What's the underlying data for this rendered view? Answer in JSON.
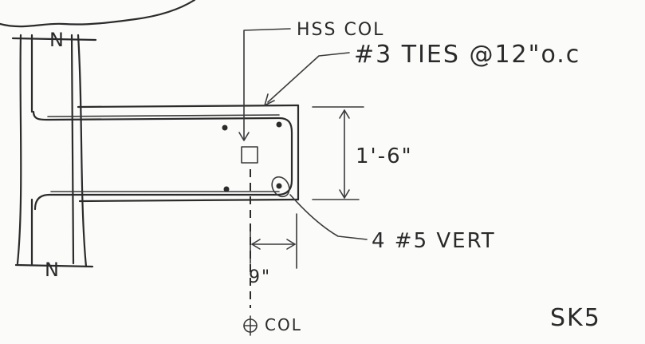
{
  "labels": {
    "hss_col": "HSS COL",
    "ties": "#3 TIES @12\"o.c",
    "dim_height": "1'-6\"",
    "vert_bars": "4 #5 VERT",
    "dim_offset": "9\"",
    "centerline_col": "COL",
    "sheet_id": "SK5",
    "wall_mark_top": "N",
    "wall_mark_bottom": "N"
  },
  "colors": {
    "ink": "#2b2b2b",
    "paper": "#fbfbfa"
  },
  "icons": {
    "centerline_symbol": "centerline-icon"
  }
}
